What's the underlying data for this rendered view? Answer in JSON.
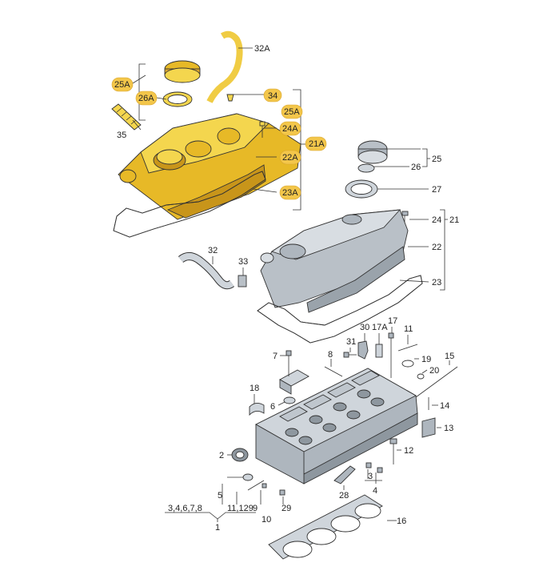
{
  "diagram": {
    "badge_color": "#f3c64a",
    "labels": {
      "l32A": "32A",
      "l25A_left": "25A",
      "l26A": "26A",
      "l34": "34",
      "l25A_right": "25A",
      "l24A": "24A",
      "l21A": "21A",
      "l22A": "22A",
      "l23A": "23A",
      "l35": "35",
      "l25": "25",
      "l26": "26",
      "l27": "27",
      "l24": "24",
      "l21": "21",
      "l22": "22",
      "l23": "23",
      "l32": "32",
      "l33": "33",
      "l30": "30",
      "l17A": "17A",
      "l17": "17",
      "l11": "11",
      "l31": "31",
      "l7": "7",
      "l8": "8",
      "l19": "19",
      "l15": "15",
      "l20": "20",
      "l18": "18",
      "l6": "6",
      "l14": "14",
      "l13": "13",
      "l12": "12",
      "l2": "2",
      "l3": "3",
      "l4": "4",
      "l28": "28",
      "l5": "5",
      "l9": "9",
      "l10": "10",
      "l29": "29",
      "l16": "16",
      "l1": "1",
      "group_left": "3,4,6,7,8",
      "group_right": "11,129"
    }
  }
}
